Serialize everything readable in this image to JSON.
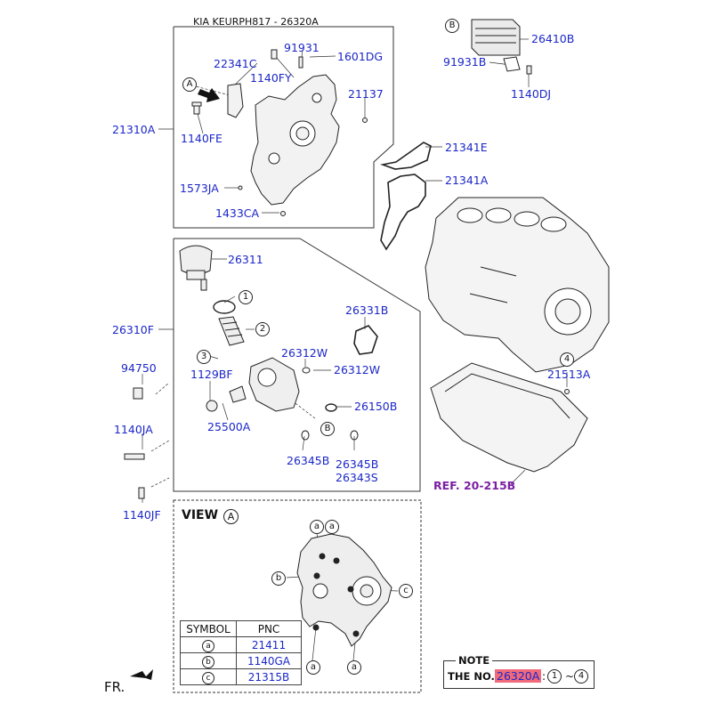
{
  "header": {
    "title": "KIA KEURPH817 - 26320A"
  },
  "callouts": {
    "A": "A",
    "B": "B",
    "n1": "1",
    "n2": "2",
    "n3": "3",
    "n4": "4",
    "a": "a",
    "b": "b",
    "c": "c"
  },
  "parts": {
    "p22341C": "22341C",
    "p91931": "91931",
    "p1601DG": "1601DG",
    "p1140FY": "1140FY",
    "p21137": "21137",
    "p21310A": "21310A",
    "p1140FE": "1140FE",
    "p1573JA": "1573JA",
    "p1433CA": "1433CA",
    "p26410B": "26410B",
    "p91931B": "91931B",
    "p1140DJ": "1140DJ",
    "p21341E": "21341E",
    "p21341A": "21341A",
    "p26311": "26311",
    "p26310F": "26310F",
    "p26331B": "26331B",
    "p26312W_a": "26312W",
    "p26312W_b": "26312W",
    "p94750": "94750",
    "p1129BF": "1129BF",
    "p21513A": "21513A",
    "p26150B": "26150B",
    "p25500A": "25500A",
    "p1140JA": "1140JA",
    "p26345B_a": "26345B",
    "p26345B_b": "26345B",
    "p26343S": "26343S",
    "p1140JF": "1140JF"
  },
  "reference": {
    "label": "REF. 20-215B"
  },
  "view": {
    "title": "VIEW",
    "circle": "A"
  },
  "symbol_table": {
    "headers": [
      "SYMBOL",
      "PNC"
    ],
    "rows": [
      {
        "symbol": "a",
        "pnc": "21411"
      },
      {
        "symbol": "b",
        "pnc": "1140GA"
      },
      {
        "symbol": "c",
        "pnc": "21315B"
      }
    ]
  },
  "note": {
    "title": "NOTE",
    "prefix": "THE NO.",
    "part": "26320A",
    "sep": ":",
    "range_start": "1",
    "tilde": "~",
    "range_end": "4"
  },
  "footer": {
    "direction_label": "FR."
  }
}
